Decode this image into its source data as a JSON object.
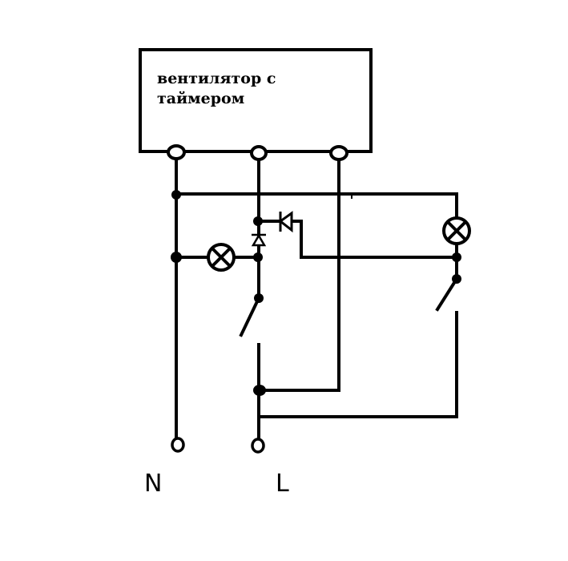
{
  "device": {
    "label_line1": "вентилятор с",
    "label_line2": "таймером"
  },
  "terminals": {
    "neutral": "N",
    "live": "L"
  },
  "colors": {
    "stroke": "#000000",
    "background": "#ffffff"
  }
}
